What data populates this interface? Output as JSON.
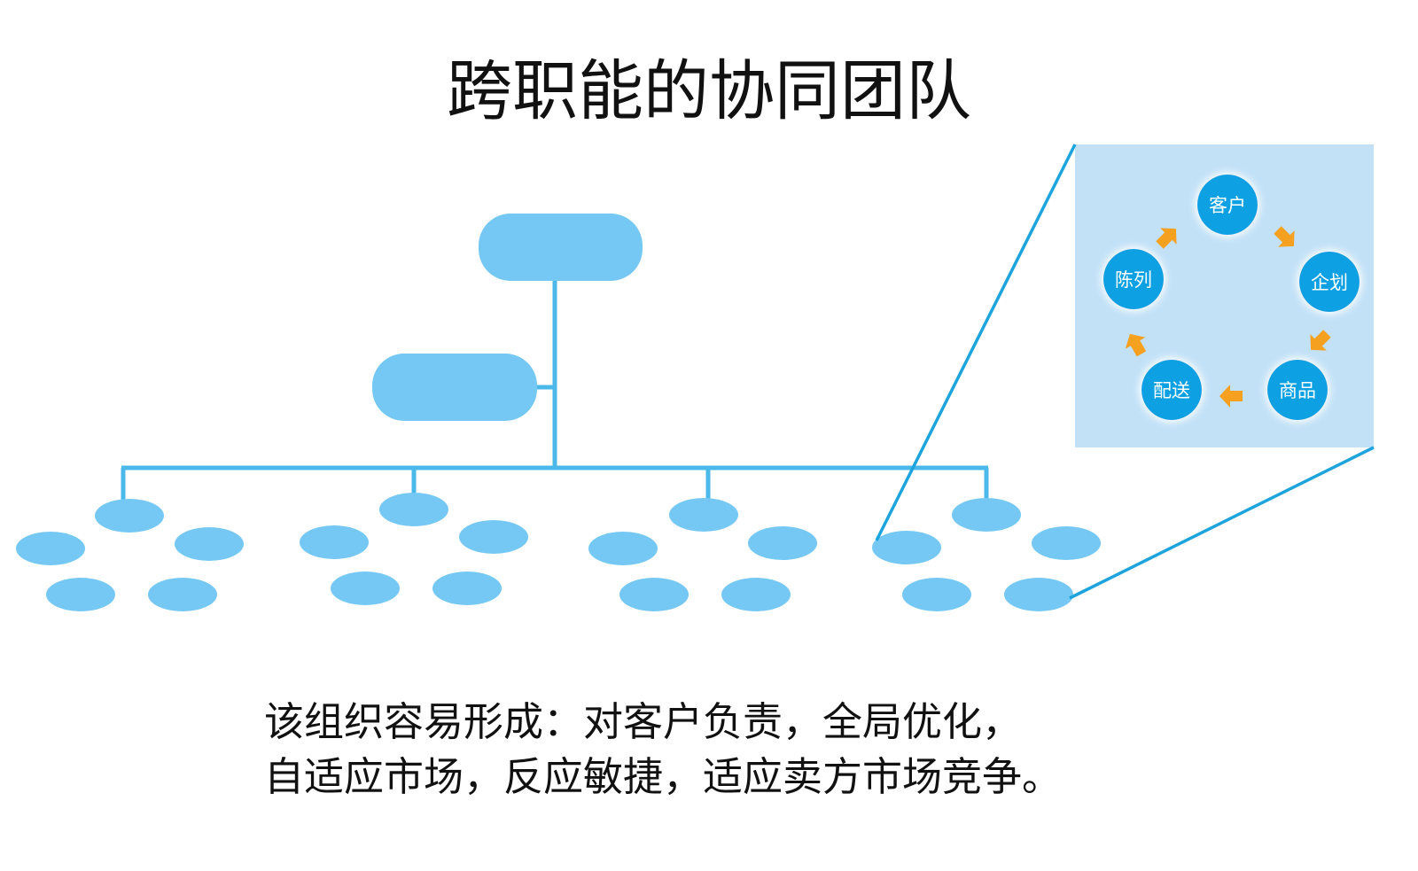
{
  "title": "跨职能的协同团队",
  "cycle": {
    "nodes": [
      "客户",
      "企划",
      "商品",
      "配送",
      "陈列"
    ]
  },
  "caption": {
    "line1": "该组织容易形成：对客户负责，全局优化，",
    "line2": "自适应市场，反应敏捷，适应卖方市场竞争。"
  },
  "colors": {
    "org_fill": "#74c8f3",
    "connector": "#4bb8ea",
    "zoom_line": "#1ea4dc",
    "panel_bg": "#c2e1f7",
    "cycle_node": "#0fa0e2",
    "arrow": "#f6a020",
    "text": "#111111"
  }
}
